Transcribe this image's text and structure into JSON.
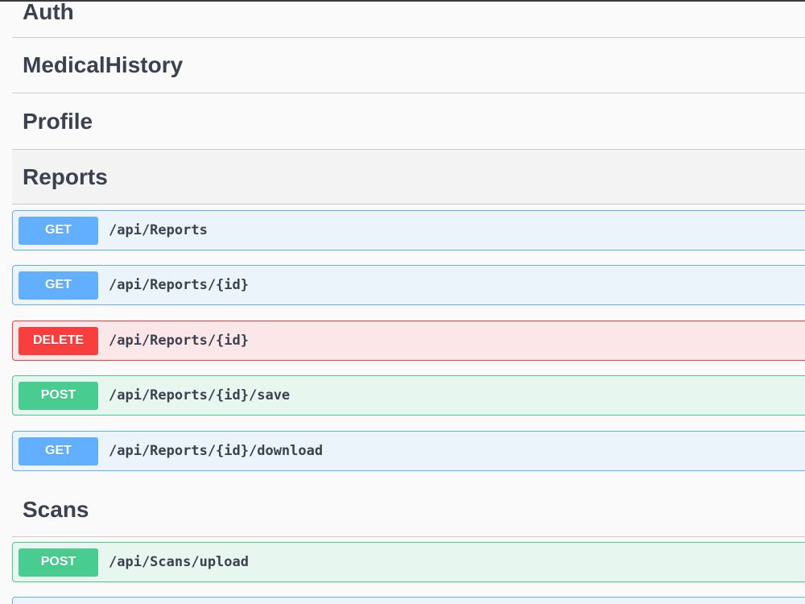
{
  "tags": {
    "auth": "Auth",
    "medical_history": "MedicalHistory",
    "profile": "Profile",
    "reports": "Reports",
    "scans": "Scans"
  },
  "reports_operations": [
    {
      "method": "GET",
      "path": "/api/Reports"
    },
    {
      "method": "GET",
      "path": "/api/Reports/{id}"
    },
    {
      "method": "DELETE",
      "path": "/api/Reports/{id}"
    },
    {
      "method": "POST",
      "path": "/api/Reports/{id}/save"
    },
    {
      "method": "GET",
      "path": "/api/Reports/{id}/download"
    }
  ],
  "scans_operations": [
    {
      "method": "POST",
      "path": "/api/Scans/upload"
    }
  ],
  "colors": {
    "get": "#61affe",
    "delete": "#f93e3e",
    "post": "#49cc90"
  }
}
